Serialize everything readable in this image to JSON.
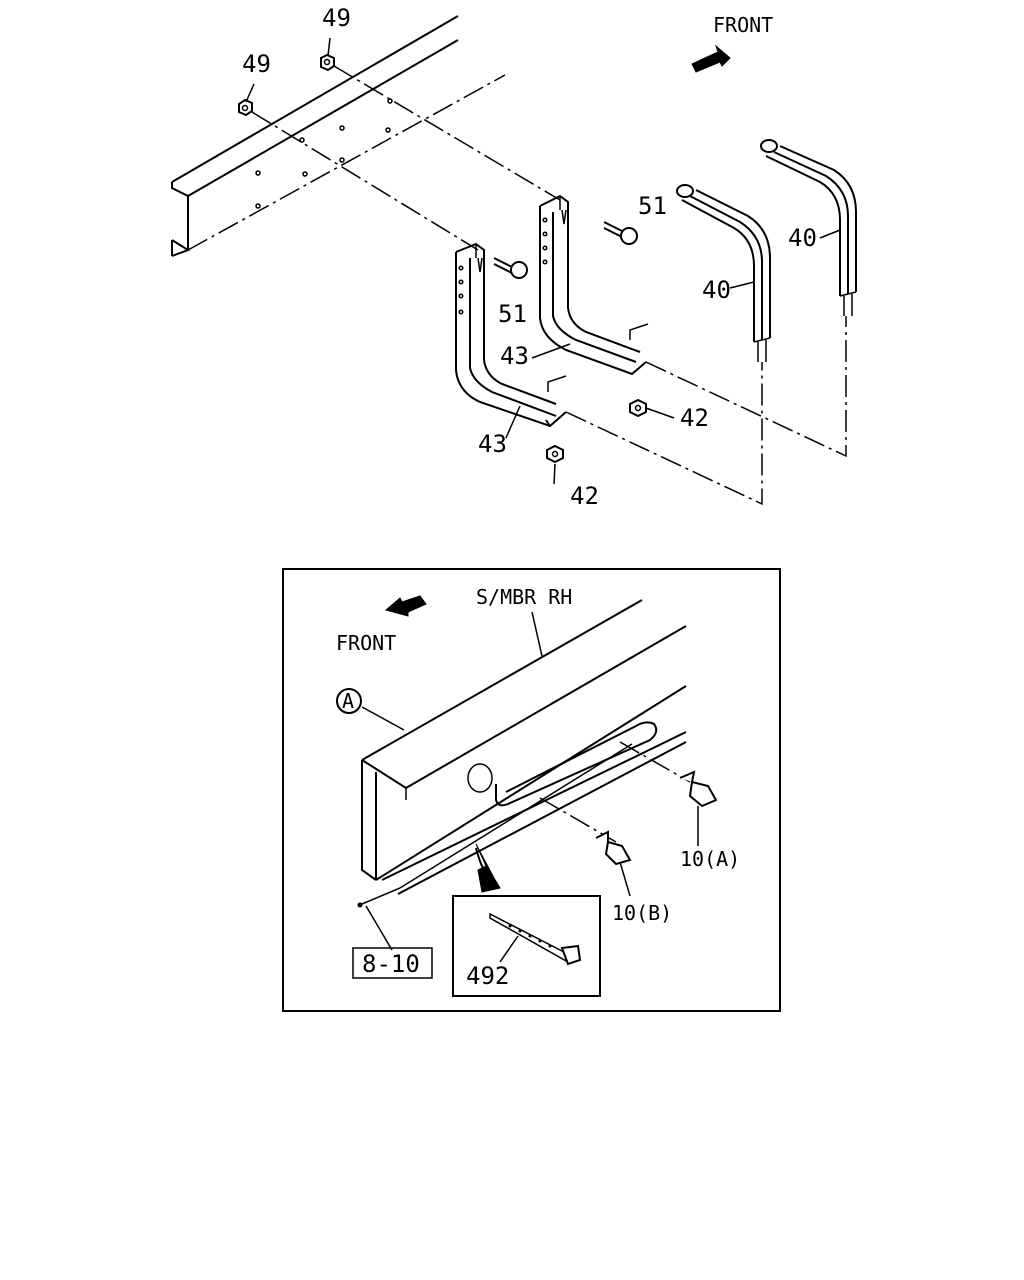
{
  "main_view": {
    "front_label": "FRONT",
    "callouts": {
      "nut_49_a": "49",
      "nut_49_b": "49",
      "bolt_51_a": "51",
      "bolt_51_b": "51",
      "cable_40_a": "40",
      "cable_40_b": "40",
      "bracket_43_a": "43",
      "bracket_43_b": "43",
      "nut_42_a": "42",
      "nut_42_b": "42"
    }
  },
  "detail_view": {
    "frame_label": "S/MBR RH",
    "front_label": "FRONT",
    "view_marker": "A",
    "callouts": {
      "clip_10a": "10(A)",
      "clip_10b": "10(B)",
      "reference": "8-10",
      "tie_492": "492"
    }
  }
}
